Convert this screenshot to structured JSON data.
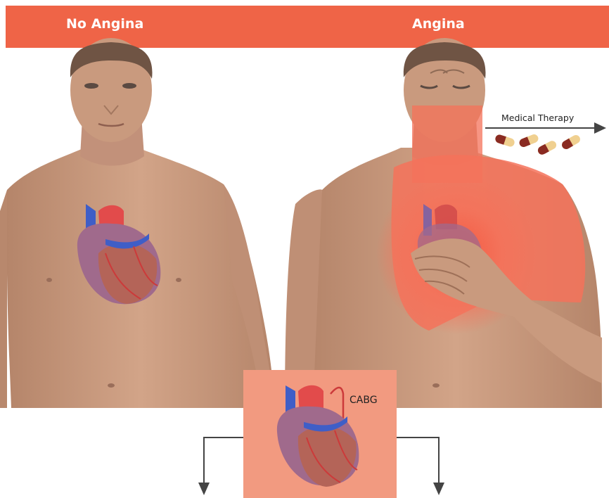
{
  "header": {
    "left_label": "No Angina",
    "right_label": "Angina"
  },
  "therapy": {
    "label": "Medical Therapy"
  },
  "procedure": {
    "label": "CABG"
  },
  "colors": {
    "banner": "#ef6447",
    "skin": "#c99a7e",
    "angina_glow": "#f4725a",
    "cabg_box": "#f29a80",
    "arrow": "#444444"
  },
  "icons": [
    "male-torso",
    "heart",
    "capsule-pill",
    "hand",
    "arrow-right",
    "arrow-down"
  ]
}
